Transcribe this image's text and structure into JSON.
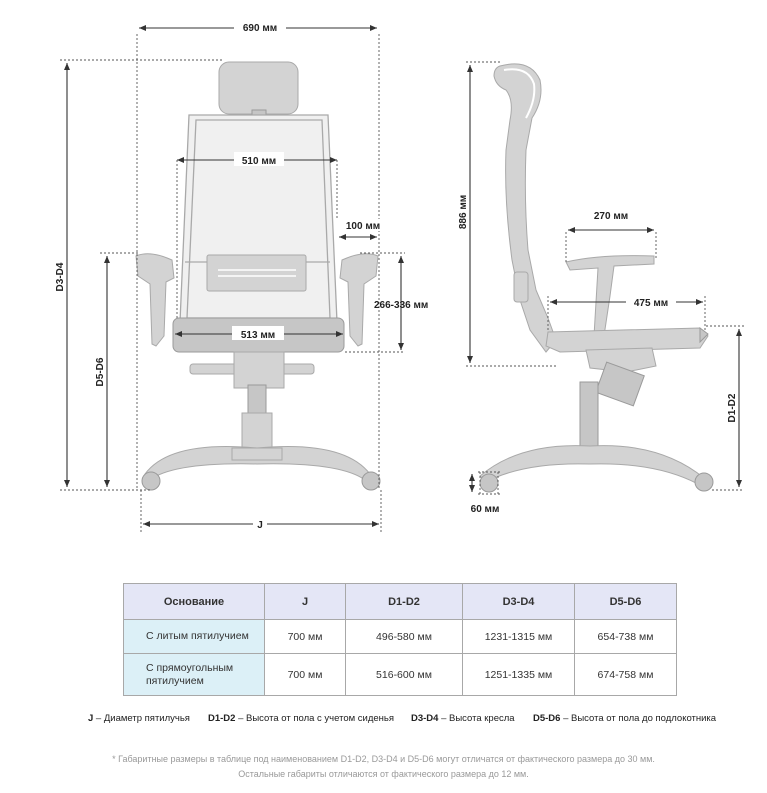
{
  "dimensions": {
    "width_total": "690 мм",
    "back_width": "510 мм",
    "armrest_offset": "100 мм",
    "armrest_height": "266-336 мм",
    "seat_width": "513 мм",
    "d3_d4": "D3-D4",
    "d5_d6": "D5-D6",
    "j": "J",
    "back_height": "886 мм",
    "armrest_length": "270 мм",
    "seat_depth": "475 мм",
    "d1_d2": "D1-D2",
    "caster": "60 мм"
  },
  "table": {
    "headers": [
      "Основание",
      "J",
      "D1-D2",
      "D3-D4",
      "D5-D6"
    ],
    "rows": [
      {
        "label_lines": [
          "С литым пятилучием"
        ],
        "cells": [
          "700 мм",
          "496-580 мм",
          "1231-1315 мм",
          "654-738 мм"
        ]
      },
      {
        "label_lines": [
          "С прямоугольным",
          "пятилучием"
        ],
        "cells": [
          "700 мм",
          "516-600 мм",
          "1251-1335 мм",
          "674-758 мм"
        ]
      }
    ]
  },
  "legend": [
    {
      "key": "J",
      "text": " – Диаметр пятилучья"
    },
    {
      "key": "D1-D2",
      "text": " – Высота от пола с учетом сиденья"
    },
    {
      "key": "D3-D4",
      "text": " – Высота кресла"
    },
    {
      "key": "D5-D6",
      "text": " – Высота от пола до подлокотника"
    }
  ],
  "footnote": {
    "line1": "* Габаритные размеры в таблице под наименованием D1-D2, D3-D4 и D5-D6 могут отличатся от фактического размера до 30 мм.",
    "line2": "Остальные габариты отличаются от фактического размера до 12 мм."
  }
}
